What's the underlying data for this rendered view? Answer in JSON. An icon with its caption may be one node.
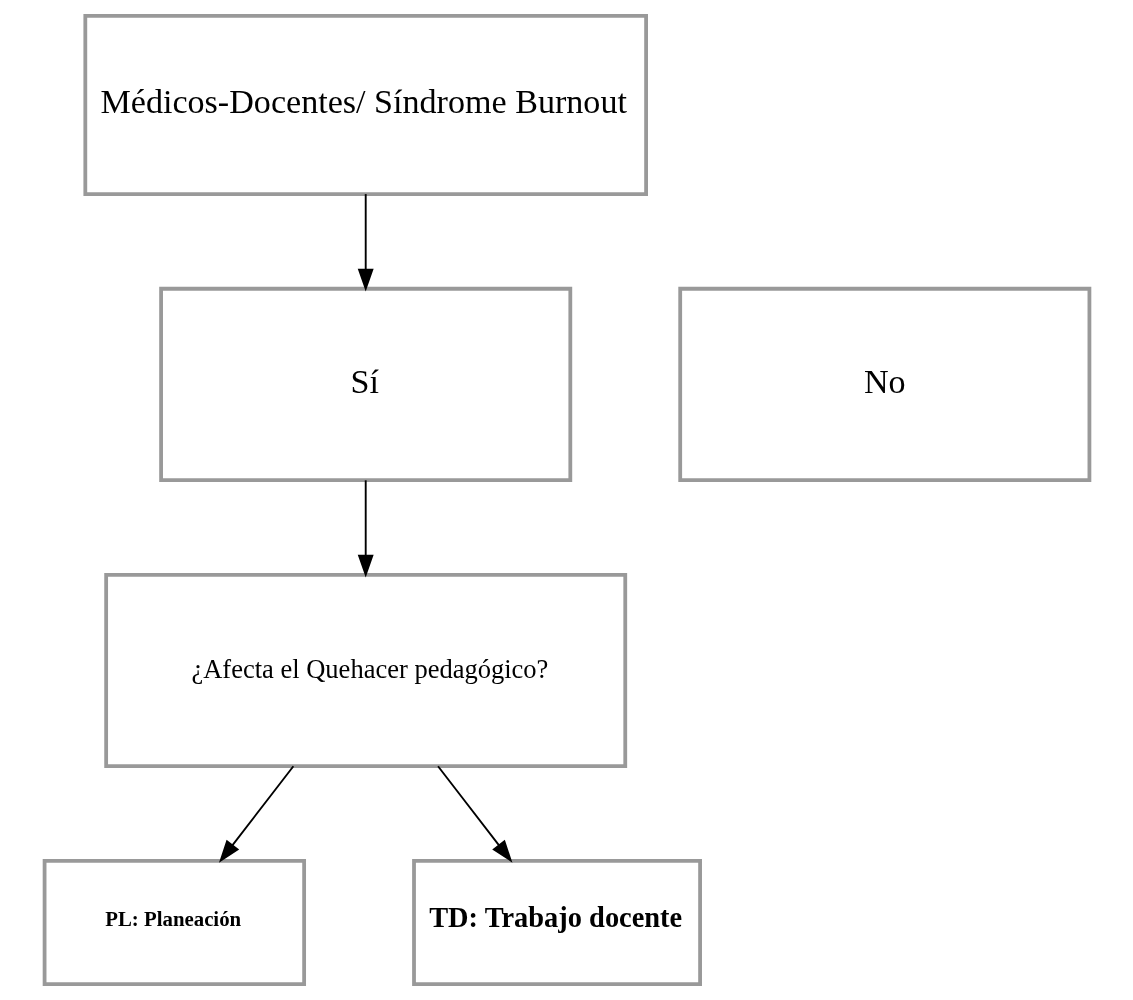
{
  "diagram": {
    "nodes": [
      {
        "text": [
          "Médicos-Docentes/ Síndrome Burnout"
        ]
      },
      {
        "text": [
          "Sí"
        ]
      },
      {
        "text": [
          "No"
        ]
      },
      {
        "text": [
          "¿Afecta el Quehacer pedagógico?"
        ]
      },
      {
        "text": [
          "PL: Planeación"
        ]
      },
      {
        "text": [
          "TD: Trabajo docente"
        ]
      }
    ],
    "edges": [
      {
        "from": 0,
        "to": 1,
        "arrow": "to"
      },
      {
        "from": 1,
        "to": 3,
        "arrow": "to"
      },
      {
        "from": 3,
        "to": 4,
        "arrow": "to"
      },
      {
        "from": 3,
        "to": 5,
        "arrow": "to"
      }
    ]
  }
}
